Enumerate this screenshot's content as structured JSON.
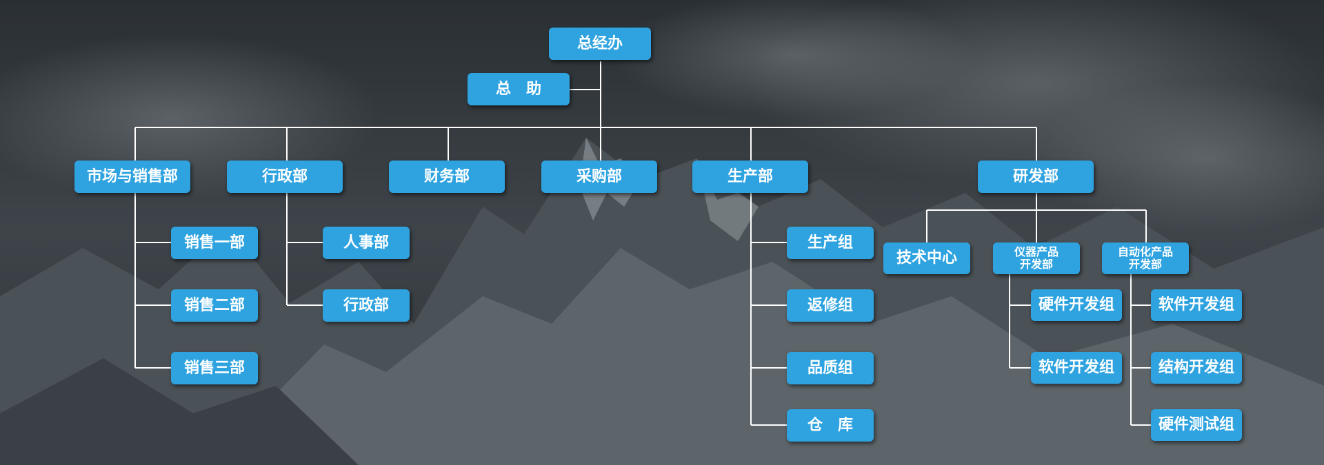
{
  "org_chart": {
    "root": "总经办",
    "assistant": "总　助",
    "departments": {
      "marketing": "市场与销售部",
      "admin": "行政部",
      "finance": "财务部",
      "purchasing": "采购部",
      "production": "生产部",
      "rnd": "研发部"
    },
    "marketing_units": [
      "销售一部",
      "销售二部",
      "销售三部"
    ],
    "admin_units": [
      "人事部",
      "行政部"
    ],
    "production_units": [
      "生产组",
      "返修组",
      "品质组",
      "仓　库"
    ],
    "rnd_units": {
      "tech_center": "技术中心",
      "instrument_dev": "仪器产品\n开发部",
      "automation_dev": "自动化产品\n开发部"
    },
    "instrument_groups": [
      "硬件开发组",
      "软件开发组"
    ],
    "automation_groups": [
      "软件开发组",
      "结构开发组",
      "硬件测试组"
    ]
  },
  "colors": {
    "node_fill": "#2fa3e0",
    "node_text": "#ffffff",
    "connector": "#ffffff",
    "background": "#2b3034"
  }
}
